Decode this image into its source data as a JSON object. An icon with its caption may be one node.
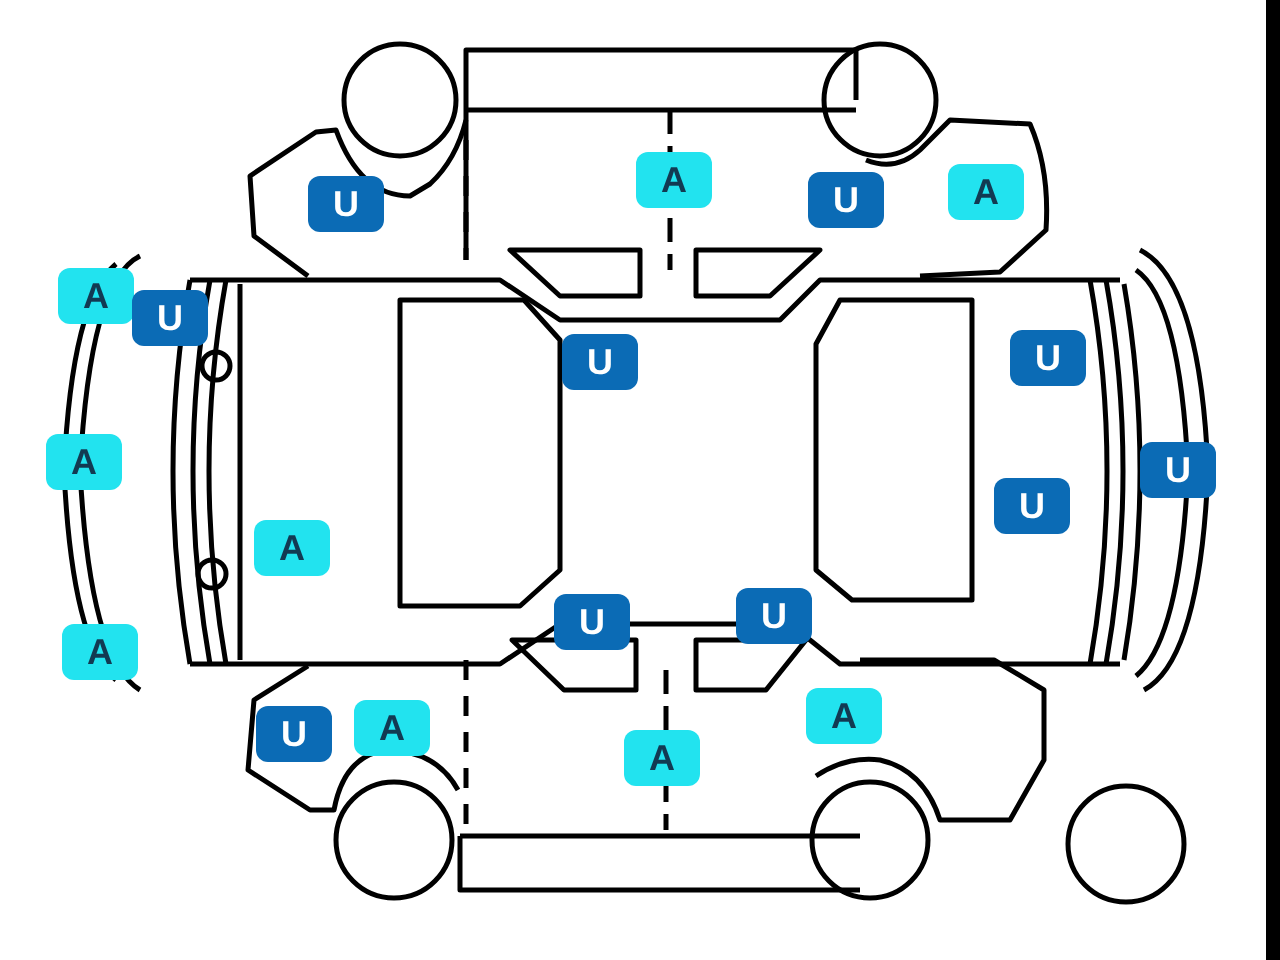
{
  "diagram": {
    "nodes": [
      {
        "text": [
          "U"
        ]
      },
      {
        "text": [
          "A"
        ]
      },
      {
        "text": [
          "U"
        ]
      },
      {
        "text": [
          "A"
        ]
      },
      {
        "text": [
          "A"
        ]
      },
      {
        "text": [
          "U"
        ]
      },
      {
        "text": [
          "U"
        ]
      },
      {
        "text": [
          "U"
        ]
      },
      {
        "text": [
          "A"
        ]
      },
      {
        "text": [
          "U"
        ]
      },
      {
        "text": [
          "U"
        ]
      },
      {
        "text": [
          "A"
        ]
      },
      {
        "text": [
          "A"
        ]
      },
      {
        "text": [
          "U"
        ]
      },
      {
        "text": [
          "U"
        ]
      },
      {
        "text": [
          "U"
        ]
      },
      {
        "text": [
          "A"
        ]
      },
      {
        "text": [
          "A"
        ]
      },
      {
        "text": [
          "A"
        ]
      }
    ]
  }
}
